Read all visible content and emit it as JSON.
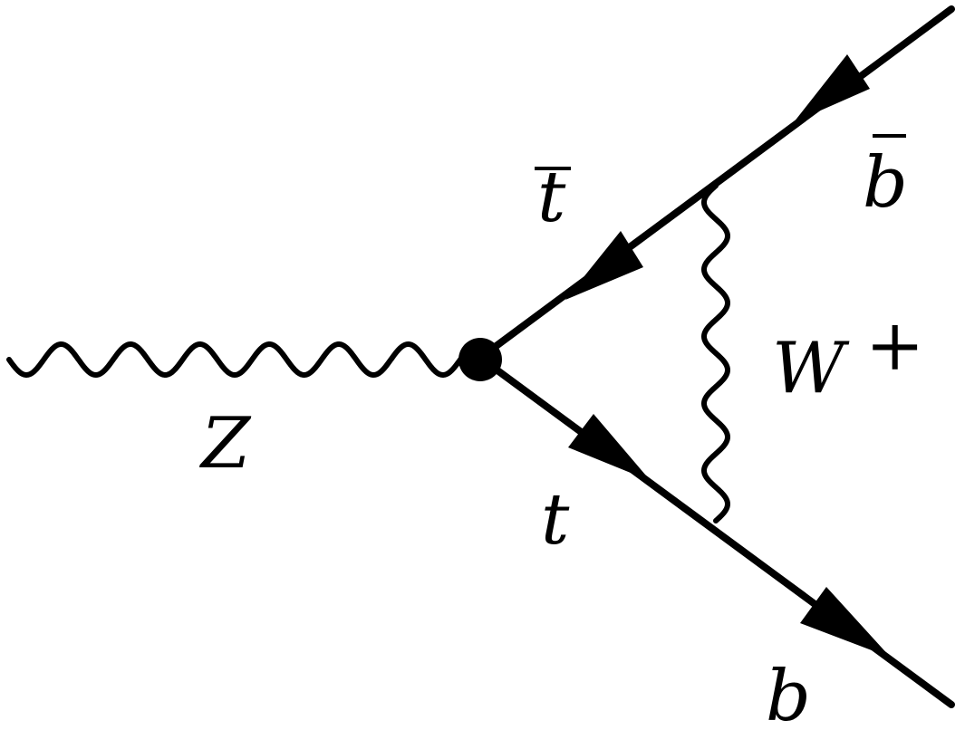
{
  "diagram": {
    "labels": {
      "z_boson": "Z",
      "w_boson_symbol": "W",
      "w_boson_charge": "+",
      "top_antiquark": "t",
      "top_quark": "t",
      "bottom_antiquark": "b",
      "bottom_quark": "b"
    },
    "colors": {
      "line": "#000000",
      "background": "#ffffff"
    }
  }
}
